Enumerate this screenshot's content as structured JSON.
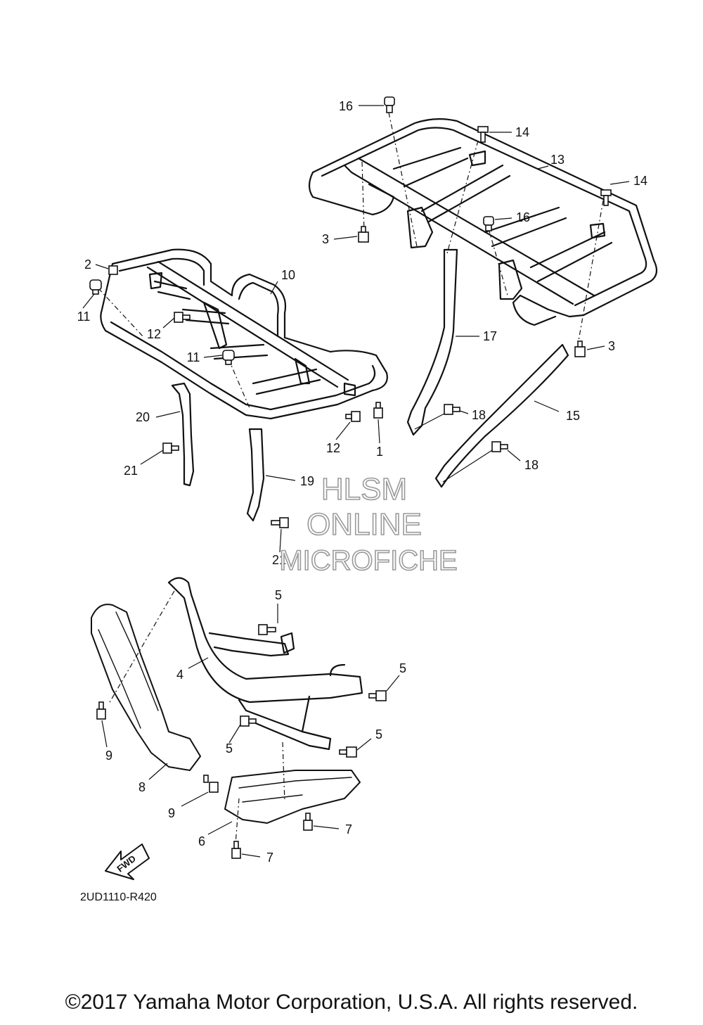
{
  "callouts": [
    {
      "n": "1"
    },
    {
      "n": "2"
    },
    {
      "n": "3"
    },
    {
      "n": "3"
    },
    {
      "n": "4"
    },
    {
      "n": "5"
    },
    {
      "n": "5"
    },
    {
      "n": "5"
    },
    {
      "n": "5"
    },
    {
      "n": "6"
    },
    {
      "n": "7"
    },
    {
      "n": "7"
    },
    {
      "n": "8"
    },
    {
      "n": "9"
    },
    {
      "n": "9"
    },
    {
      "n": "10"
    },
    {
      "n": "11"
    },
    {
      "n": "11"
    },
    {
      "n": "12"
    },
    {
      "n": "12"
    },
    {
      "n": "13"
    },
    {
      "n": "14"
    },
    {
      "n": "14"
    },
    {
      "n": "15"
    },
    {
      "n": "16"
    },
    {
      "n": "16"
    },
    {
      "n": "17"
    },
    {
      "n": "18"
    },
    {
      "n": "18"
    },
    {
      "n": "19"
    },
    {
      "n": "20"
    },
    {
      "n": "21"
    },
    {
      "n": "21"
    }
  ],
  "watermark": {
    "line1": "HLSM",
    "line2": "ONLINE",
    "line3": "MICROFICHE"
  },
  "fwd_arrow": {
    "label": "FWD"
  },
  "drawing_code": "2UD1110-R420",
  "copyright": "©2017 Yamaha Motor Corporation, U.S.A. All rights reserved."
}
